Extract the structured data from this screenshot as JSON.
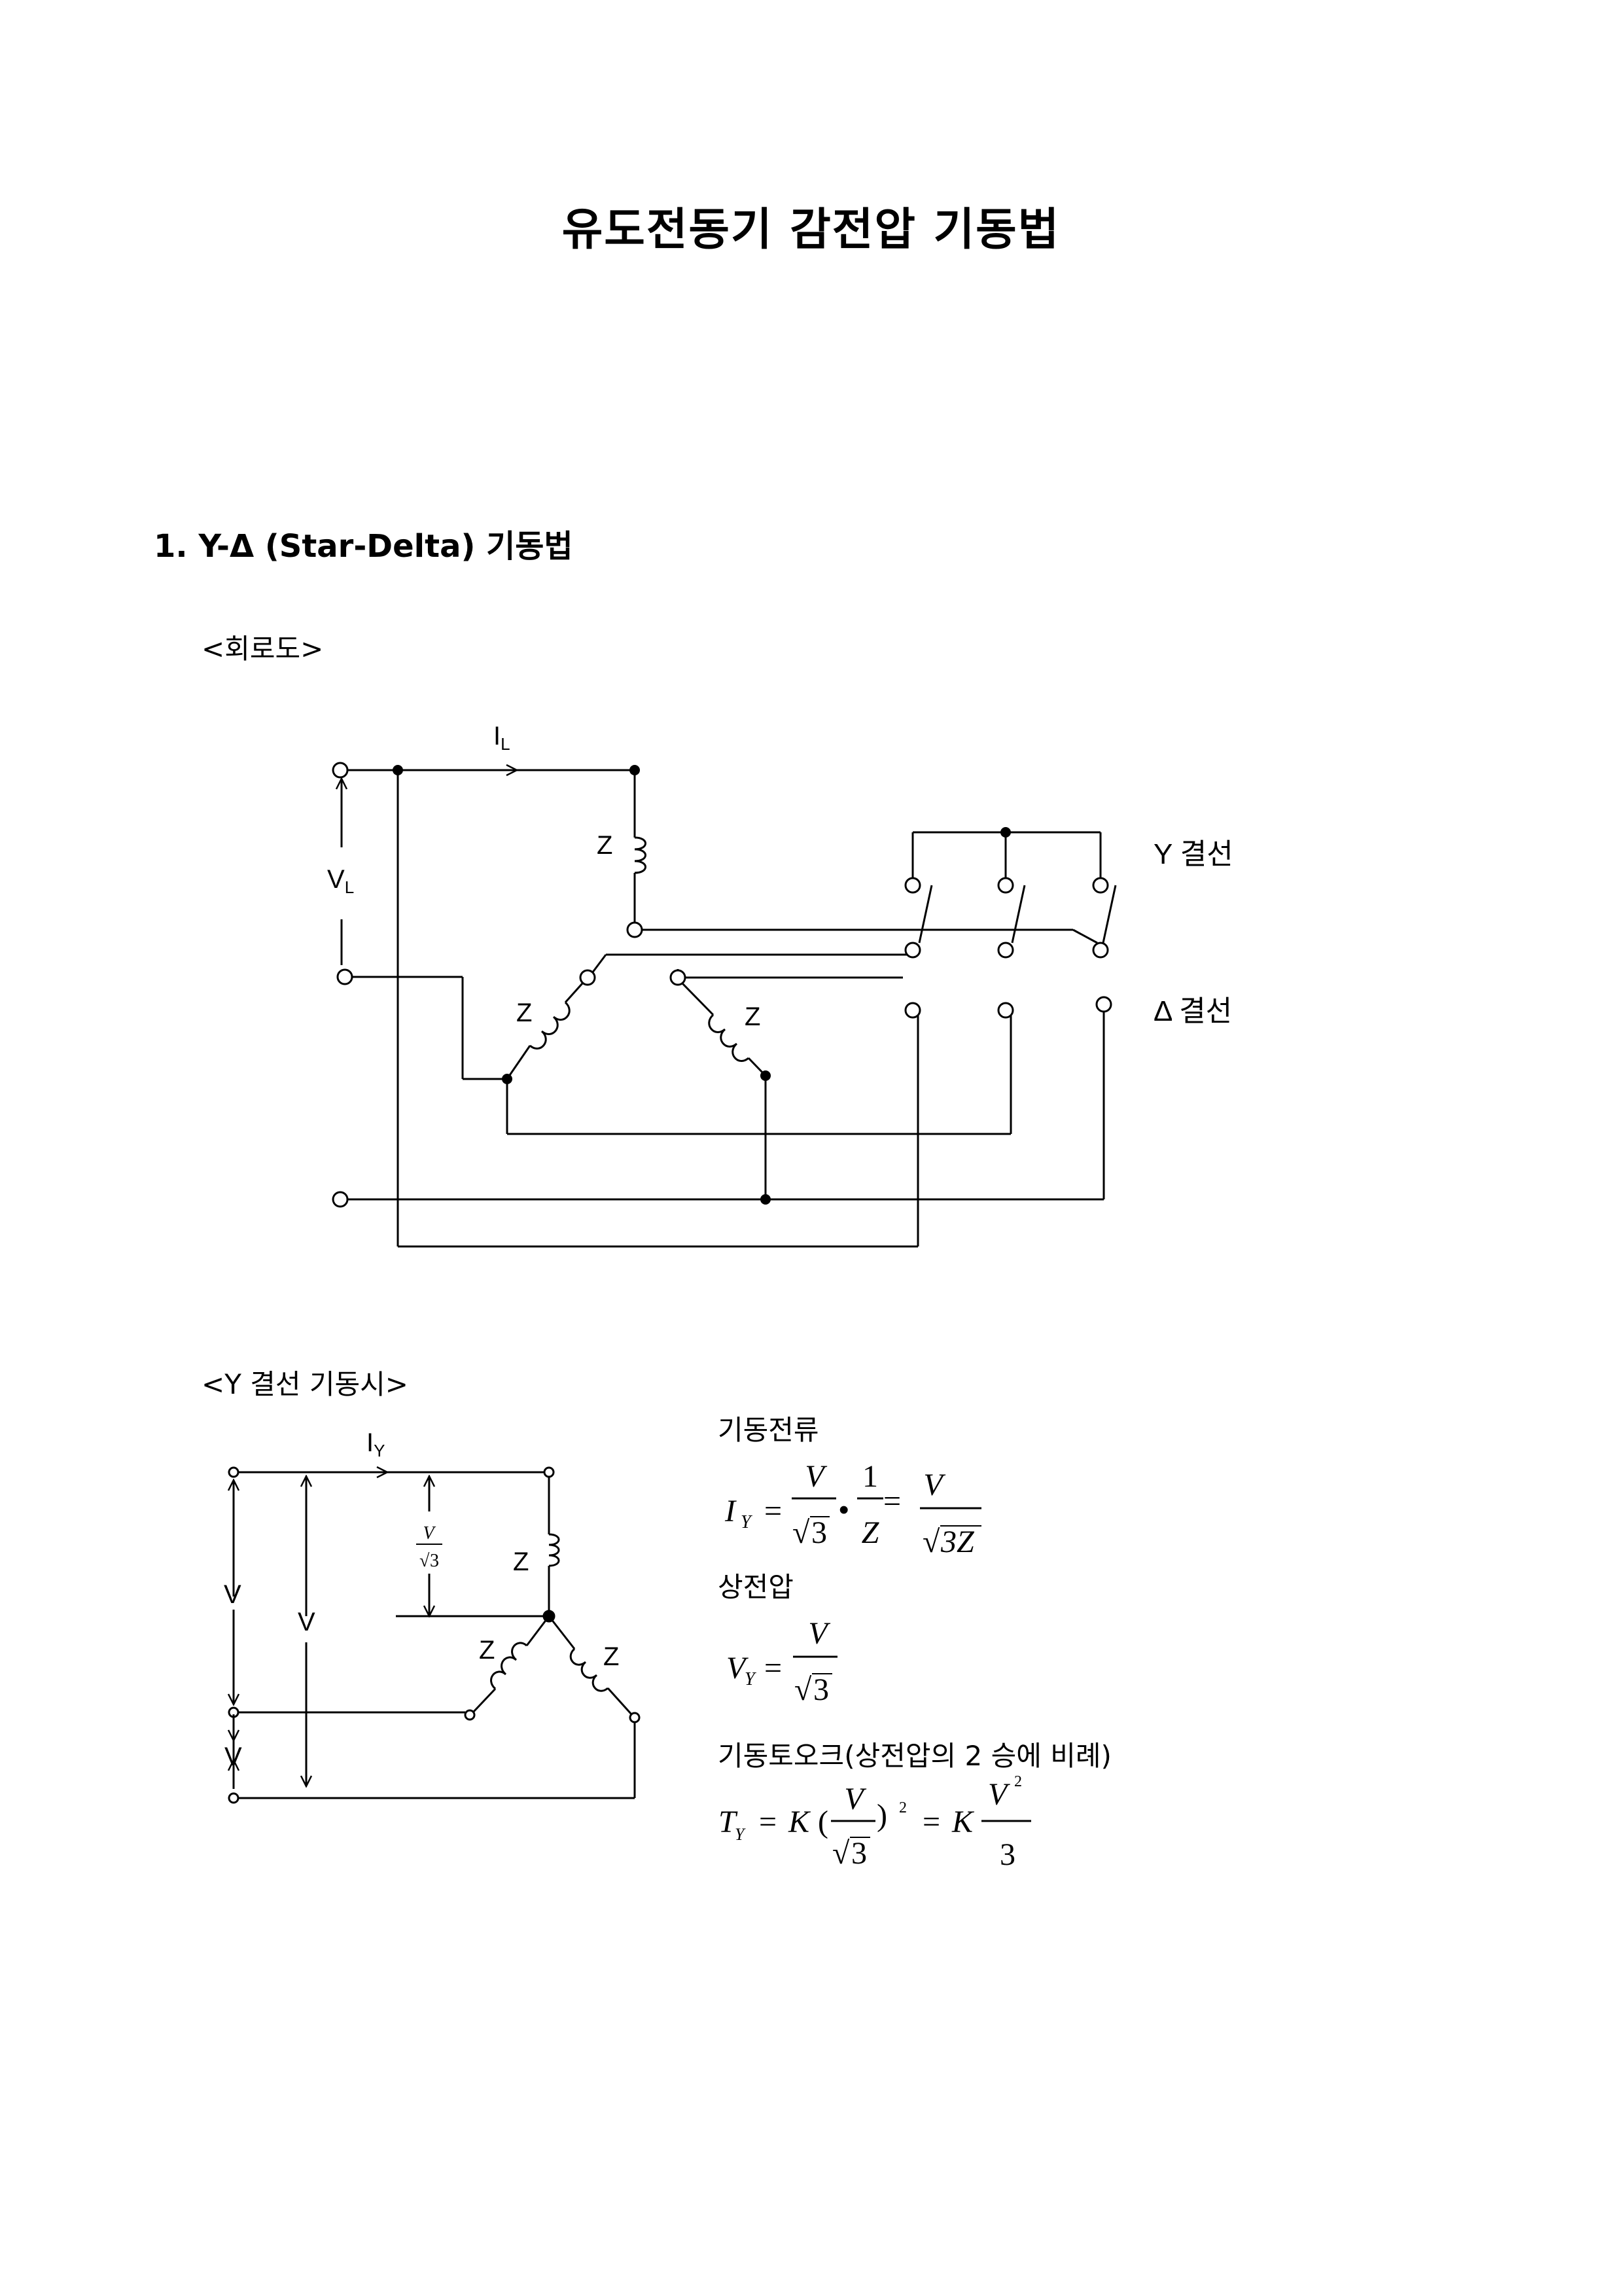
{
  "document": {
    "title": "유도전동기 감전압 기동법",
    "section_heading": "1. Y-Δ  (Star-Delta) 기동법",
    "circuit_label": "<회로도>",
    "y_start_label": "<Y 결선 기동시>"
  },
  "circuit_diagram": {
    "line_current": "I",
    "line_current_sub": "L",
    "line_voltage": "V",
    "line_voltage_sub": "L",
    "impedance_top": "Z",
    "impedance_left": "Z",
    "impedance_right": "Z",
    "y_connection": "Y 결선",
    "delta_connection": "Δ 결선"
  },
  "y_diagram": {
    "current": "I",
    "current_sub": "Y",
    "phase_voltage_num": "V",
    "phase_voltage_den": "3",
    "voltage_outer": "V",
    "voltage_inner": "V",
    "voltage_bottom": "V",
    "impedance_top": "Z",
    "impedance_left": "Z",
    "impedance_right": "Z"
  },
  "formulas": {
    "starting_current_label": "기동전류",
    "phase_voltage_label": "상전압",
    "starting_torque_label": "기동토오크(상전압의 2 승에 비례)",
    "f1": {
      "lhs": "I",
      "lhs_sub": "Y",
      "eq": "=",
      "num1": "V",
      "den1": "3",
      "dot": "•",
      "num2": "1",
      "den2": "Z",
      "eq2": "=",
      "num3": "V",
      "den3": "3Z"
    },
    "f2": {
      "lhs": "V",
      "lhs_sub": "Y",
      "eq": "=",
      "num": "V",
      "den": "3"
    },
    "f3": {
      "lhs": "T",
      "lhs_sub": "Y",
      "eq": "=",
      "k": "K",
      "lp": "(",
      "num": "V",
      "den": "3",
      "rp": ")",
      "exp": "2",
      "eq2": "=",
      "k2": "K",
      "num2": "V",
      "num2_exp": "2",
      "den2": "3"
    }
  }
}
